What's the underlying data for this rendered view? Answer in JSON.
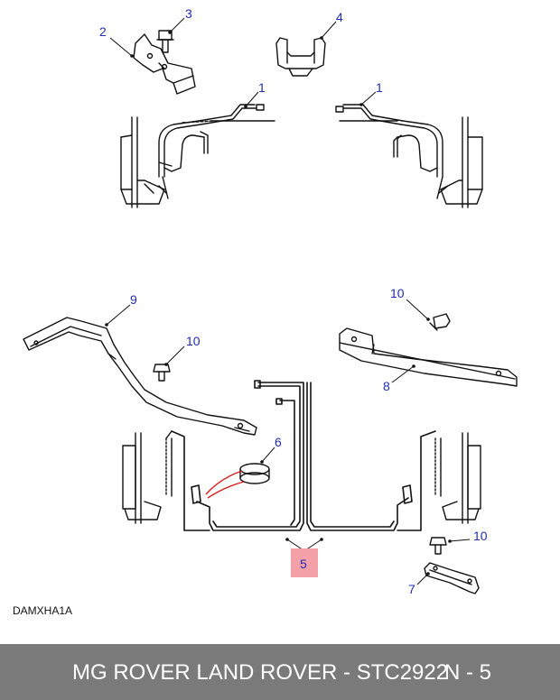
{
  "diagram": {
    "reference_code": "DAMXHA1A",
    "callouts": [
      {
        "id": "c2a",
        "label": "2"
      },
      {
        "id": "c3",
        "label": "3"
      },
      {
        "id": "c4",
        "label": "4"
      },
      {
        "id": "c1l",
        "label": "1"
      },
      {
        "id": "c1r",
        "label": "1"
      },
      {
        "id": "c9",
        "label": "9"
      },
      {
        "id": "c10a",
        "label": "10"
      },
      {
        "id": "c10b",
        "label": "10"
      },
      {
        "id": "c8",
        "label": "8"
      },
      {
        "id": "c6",
        "label": "6"
      },
      {
        "id": "c5",
        "label": "5"
      },
      {
        "id": "c10c",
        "label": "10"
      },
      {
        "id": "c7",
        "label": "7"
      }
    ],
    "highlight_color": "#f4a0a8",
    "callout_color": "#1f2db4"
  },
  "footer": {
    "part_text": "MG ROVER LAND ROVER - STC2922",
    "page_text": "N - 5",
    "background": "#7a7a7a"
  }
}
